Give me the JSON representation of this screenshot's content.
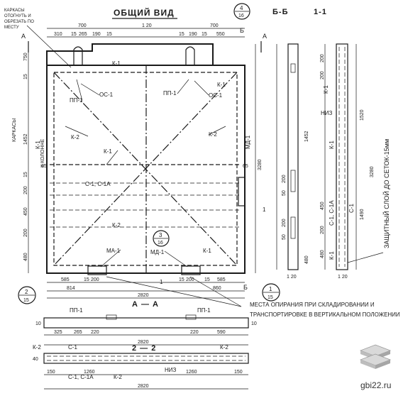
{
  "titles": {
    "general_view": "ОБЩИЙ ВИД",
    "section_bb": "Б-Б",
    "section_11": "1-1",
    "section_aa": "А — А",
    "section_22": "2 — 2"
  },
  "notes": {
    "carcasses_1": "КАРКАСЫ",
    "carcasses_2": "ОТОГНУТЬ И",
    "carcasses_3": "ОБРЕЗАТЬ ПО",
    "carcasses_4": "МЕСТУ",
    "carcasses_side": "КАРКАСЫ",
    "to_column": "К КОЛОННЕ",
    "support_1": "МЕСТА ОПИРАНИЯ ПРИ СКЛАДИРОВАНИИ И",
    "support_2": "ТРАНСПОРТИРОВКЕ В ВЕРТИКАЛЬНОМ ПОЛОЖЕНИИ",
    "protective_layer": "ЗАЩИТНЫЙ СЛОЙ ДО СЕТОК-15мм"
  },
  "marks": {
    "k1": "К-1",
    "k2": "К-2",
    "pp1": "ПП-1",
    "os1": "ОС-1",
    "ma1": "МА-1",
    "md1": "МД-1",
    "c1c1a": "С-1, С-1А",
    "c1": "С-1",
    "niz": "НИЗ",
    "a": "А",
    "b": "Б",
    "one": "1"
  },
  "callouts": {
    "top_num": "4",
    "top_den": "16",
    "mid_num": "3",
    "mid_den": "16",
    "left_num": "2",
    "left_den": "15",
    "right_num": "1",
    "right_den": "15"
  },
  "dims": {
    "d700": "700",
    "d120": "1 20",
    "d310": "310",
    "d15": "15",
    "d265": "265",
    "d190": "190",
    "d550": "550",
    "d750": "750",
    "d15v": "15",
    "d1452": "1452",
    "d3280": "3280",
    "d65": "65",
    "d200": "200",
    "d450": "450",
    "d480": "480",
    "d585": "585",
    "d200b": "200",
    "d814": "814",
    "d860": "860",
    "d2820": "2820",
    "d325": "325",
    "d220": "220",
    "d590": "590",
    "d10": "10",
    "d50": "50",
    "d150": "150",
    "d1260": "1260",
    "d1520": "1520",
    "d1490": "1490",
    "d40": "40"
  },
  "brand": {
    "site": "gbi22.ru"
  }
}
